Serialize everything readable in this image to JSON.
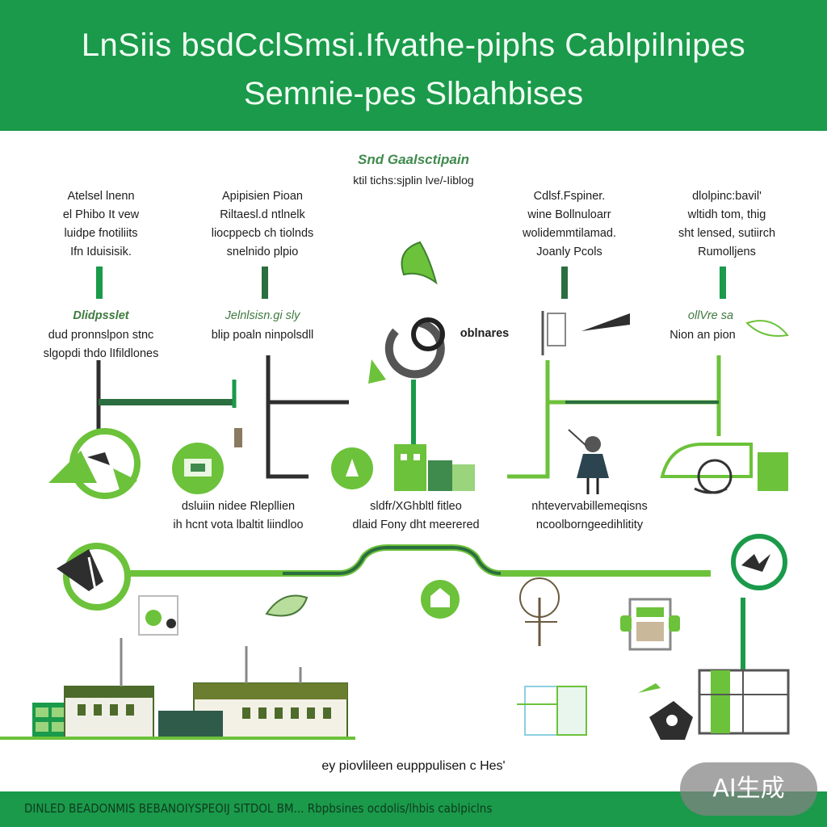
{
  "header": {
    "line1": "LnSiis bsdCclSmsi.Ifvathe-piphs Cablpilnipes",
    "line2": "Semnie-pes Slbahbises"
  },
  "center_title": {
    "title": "Snd Gaalsctipain",
    "subtitle": "ktil tichs:sjplin lve/-Iiblog"
  },
  "top_labels": [
    {
      "text": "Atelsel lnenn\nel Phibo It vew\nluidpe fnotiliits\nIfn Iduisisik."
    },
    {
      "text": "Apipisien Pioan\nRiltaesl.d ntlnelk\nliocppecb ch tiolnds\nsnelnido plpio"
    },
    {
      "text": "Cdlsf.Fspiner.\nwine Bollnuloarr\nwolidemmtilamad.\nJoanly Pcols"
    },
    {
      "text": "dlolpinc:bavil'\nwltidh tom, thig\nsht lensed, sutiirch\nRumolljens"
    }
  ],
  "mid_labels": [
    {
      "title": "Dlidpsslet",
      "text": "dud pronnslpon stnc\nslgopdi thdo lIfildlones"
    },
    {
      "title": "Jelnlsisn.gi sly",
      "text": "blip poaln ninpolsdll"
    },
    {
      "title": "",
      "text": "oblnares"
    },
    {
      "title": "ollVre sa",
      "text": "Nion an pion"
    }
  ],
  "row2_labels": [
    {
      "text": "dsluiin nidee Rlepllien\nih hcnt vota lbaltit liindloo"
    },
    {
      "text": "sldfr/XGhbltl fitleo\ndlaid Fony dht meerered"
    },
    {
      "text": "nhtevervabillemeqisns\nncoolborngeedihlitity"
    }
  ],
  "bottom_caption": "ey piovlileen eupppulisen c Hes'",
  "footer_text": "DINLED BEADONMIS BEBANOIYSPEOIJ SITDOL BM... Rbpbsines ocdolis/lhbis cablpiclns",
  "watermark": "AI生成",
  "colors": {
    "brand_green": "#1a9a4a",
    "light_green": "#6cc23a",
    "dark_green": "#2b6e3f",
    "dark": "#2e2e2e"
  }
}
